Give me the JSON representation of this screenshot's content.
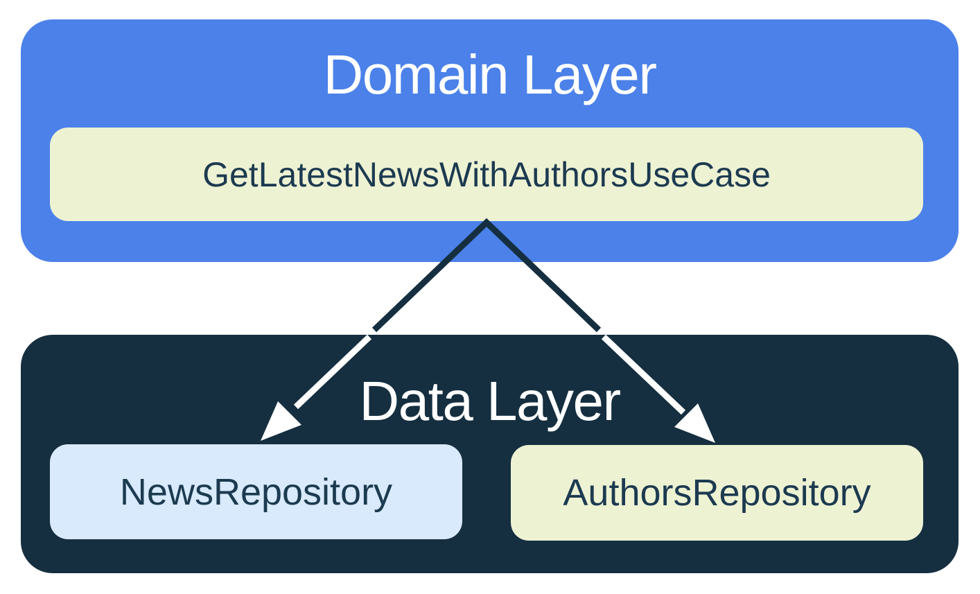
{
  "colors": {
    "page-bg": "#FFFFFF",
    "domain-blue": "#4B81E9",
    "navy": "#152F40",
    "pale-green": "#EDF2D3",
    "pale-blue": "#D8EAFB",
    "label-navy": "#1C3A50",
    "white": "#FFFFFF"
  },
  "domain_layer": {
    "title": "Domain Layer",
    "use_case": {
      "label": "GetLatestNewsWithAuthorsUseCase"
    }
  },
  "data_layer": {
    "title": "Data Layer",
    "repositories": [
      {
        "label": "NewsRepository"
      },
      {
        "label": "AuthorsRepository"
      }
    ]
  },
  "arrows": [
    {
      "from": "GetLatestNewsWithAuthorsUseCase",
      "to": "NewsRepository"
    },
    {
      "from": "GetLatestNewsWithAuthorsUseCase",
      "to": "AuthorsRepository"
    }
  ]
}
